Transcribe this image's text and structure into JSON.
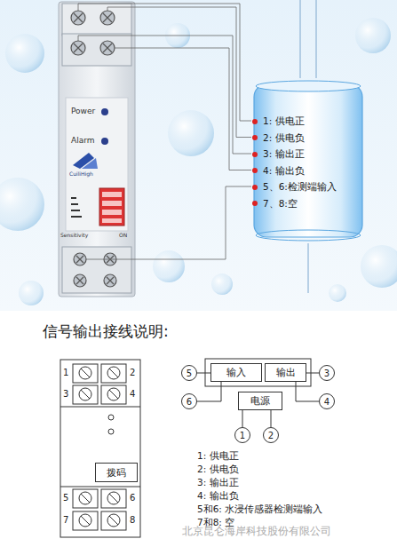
{
  "diagram": {
    "title": "信号输出接线说明:",
    "nodes": [
      {
        "text": [
          "1: 供电正",
          "2: 供电负",
          "3: 输出正",
          "4: 输出负",
          "5、6:检测端输入",
          "7、8:空"
        ]
      },
      {
        "text": [
          "拨码"
        ]
      },
      {
        "text": [
          "输入"
        ]
      },
      {
        "text": [
          "输出"
        ]
      },
      {
        "text": [
          "电源"
        ]
      },
      {
        "text": [
          "5"
        ]
      },
      {
        "text": [
          "6"
        ]
      },
      {
        "text": [
          "3"
        ]
      },
      {
        "text": [
          "4"
        ]
      },
      {
        "text": [
          "1"
        ]
      },
      {
        "text": [
          "2"
        ]
      }
    ],
    "edges": [
      {
        "from": 5,
        "to": 2,
        "arrow": "none"
      },
      {
        "from": 6,
        "to": 2,
        "arrow": "none"
      },
      {
        "from": 3,
        "to": 7,
        "arrow": "none"
      },
      {
        "from": 3,
        "to": 8,
        "arrow": "none"
      },
      {
        "from": 9,
        "to": 4,
        "arrow": "none"
      },
      {
        "from": 10,
        "to": 4,
        "arrow": "none"
      }
    ],
    "labels": [
      "Power",
      "Alarm",
      "CuiliHigh",
      "Sensitivity",
      "ON",
      "1",
      "2",
      "3",
      "4",
      "5",
      "6",
      "7",
      "8",
      "1: 供电正",
      "2: 供电负",
      "3: 输出正",
      "4: 输出负",
      "5和6: 水浸传感器检测端输入",
      "7和8: 空",
      "北京昆仑海岸科技股份有限公司"
    ]
  }
}
